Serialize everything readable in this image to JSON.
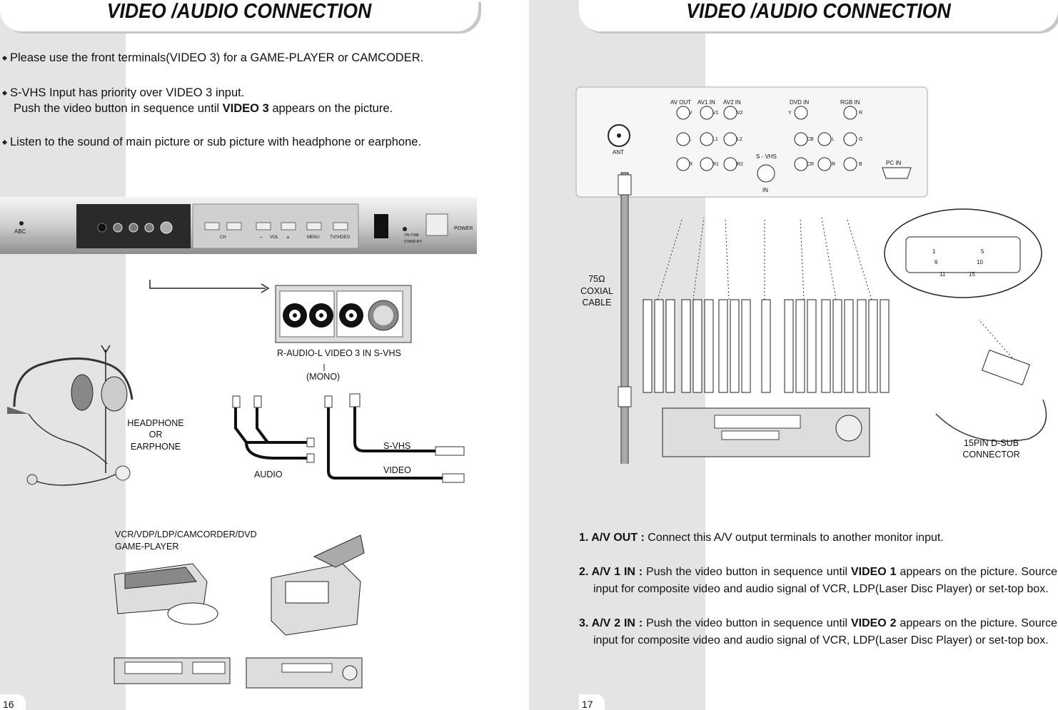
{
  "left_page": {
    "title": "VIDEO /AUDIO CONNECTION",
    "bullets": [
      "Please use the front terminals(VIDEO 3) for a GAME-PLAYER or CAMCODER.",
      "S-VHS Input has priority over VIDEO 3 input.",
      "Push the video button in sequence until ",
      "VIDEO 3",
      " appears on the picture.",
      "Listen to the sound of main picture or sub picture with headphone or earphone."
    ],
    "panel": {
      "abc": "ABC",
      "ch": "CH",
      "vol": "VOL",
      "minus": "−",
      "plus": "+",
      "menu": "MENU",
      "tvvideo": "TV/VIDEO",
      "on_time": "ON-TIME",
      "stand_by": "STAND-BY",
      "power": "POWER"
    },
    "labels": {
      "jacks": "R-AUDIO-L VIDEO 3 IN S-VHS",
      "mono": "(MONO)",
      "headphone": "HEADPHONE",
      "or": "OR",
      "earphone": "EARPHONE",
      "audio": "AUDIO",
      "svhs": "S-VHS",
      "video": "VIDEO",
      "devices1": "VCR/VDP/LDP/CAMCORDER/DVD",
      "devices2": "GAME-PLAYER"
    },
    "page_number": "16"
  },
  "right_page": {
    "title": "VIDEO /AUDIO CONNECTION",
    "panel": {
      "av_out": "AV OUT",
      "av1_in": "AV1 IN",
      "av2_in": "AV2 IN",
      "dvd_in": "DVD IN",
      "rgb_in": "RGB IN",
      "ant": "ANT",
      "svhs": "S - VHS",
      "in": "IN",
      "pc_in": "PC IN",
      "v": "V",
      "v1": "V1",
      "v2": "V2",
      "l": "L",
      "l1": "L1",
      "l2": "L2",
      "r": "R",
      "r1": "R1",
      "r2": "R2",
      "y": "Y",
      "cb": "CB",
      "cr": "CR",
      "dl": "L",
      "dr": "R",
      "rr": "R",
      "g": "G",
      "b": "B"
    },
    "labels": {
      "coax1": "75Ω",
      "coax2": "COXIAL",
      "coax3": "CABLE",
      "sub1": "15PIN D-SUB",
      "sub2": "CONNECTOR",
      "pin1": "1",
      "pin5": "5",
      "pin6": "6",
      "pin10": "10",
      "pin11": "11",
      "pin15": "15"
    },
    "instructions": [
      {
        "head": "1. A/V OUT :",
        "text": " Connect this A/V output terminals to another monitor input."
      },
      {
        "head": "2. A/V 1 IN :",
        "text": " Push the video button in sequence until ",
        "bold": "VIDEO 1",
        "tail": " appears on the picture. Source input for composite video and audio signal of VCR, LDP(Laser Disc Player) or set-top box."
      },
      {
        "head": "3. A/V 2 IN :",
        "text": " Push the video button in sequence until ",
        "bold": "VIDEO 2",
        "tail": " appears on the picture. Source input for composite video and audio signal of VCR, LDP(Laser Disc Player) or set-top box."
      }
    ],
    "page_number": "17"
  }
}
